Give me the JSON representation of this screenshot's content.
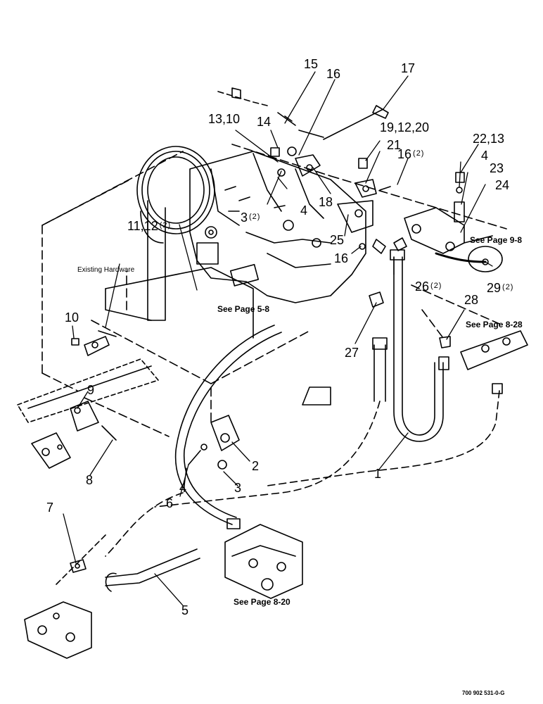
{
  "callouts": {
    "c15": "15",
    "c16_top": "16",
    "c17": "17",
    "c13_10": "13,10",
    "c14": "14",
    "c19_12_20": "19,12,20",
    "c21": "21",
    "c16_2": "16",
    "c16_2_qty": "(2)",
    "c22_13": "22,13",
    "c4_right": "4",
    "c23": "23",
    "c24": "24",
    "c3_2": "3",
    "c3_2_qty": "(2)",
    "c4_mid": "4",
    "c18": "18",
    "c11_12": "11,12",
    "c11_12_qty": "(2)",
    "c25": "25",
    "c16_mid": "16",
    "c26": "26",
    "c26_qty": "(2)",
    "c29": "29",
    "c29_qty": "(2)",
    "c10": "10",
    "c28": "28",
    "c27": "27",
    "c9": "9",
    "c2": "2",
    "c1": "1",
    "c8": "8",
    "c4_low": "4",
    "c3_low": "3",
    "c6": "6",
    "c7": "7",
    "c5": "5"
  },
  "references": {
    "page_9_8": "See Page 9-8",
    "page_5_8": "See Page 5-8",
    "page_8_28": "See Page 8-28",
    "page_8_20": "See Page 8-20"
  },
  "notes": {
    "existing_hardware": "Existing Hardware"
  },
  "document_number": "700 902 531-0-G"
}
